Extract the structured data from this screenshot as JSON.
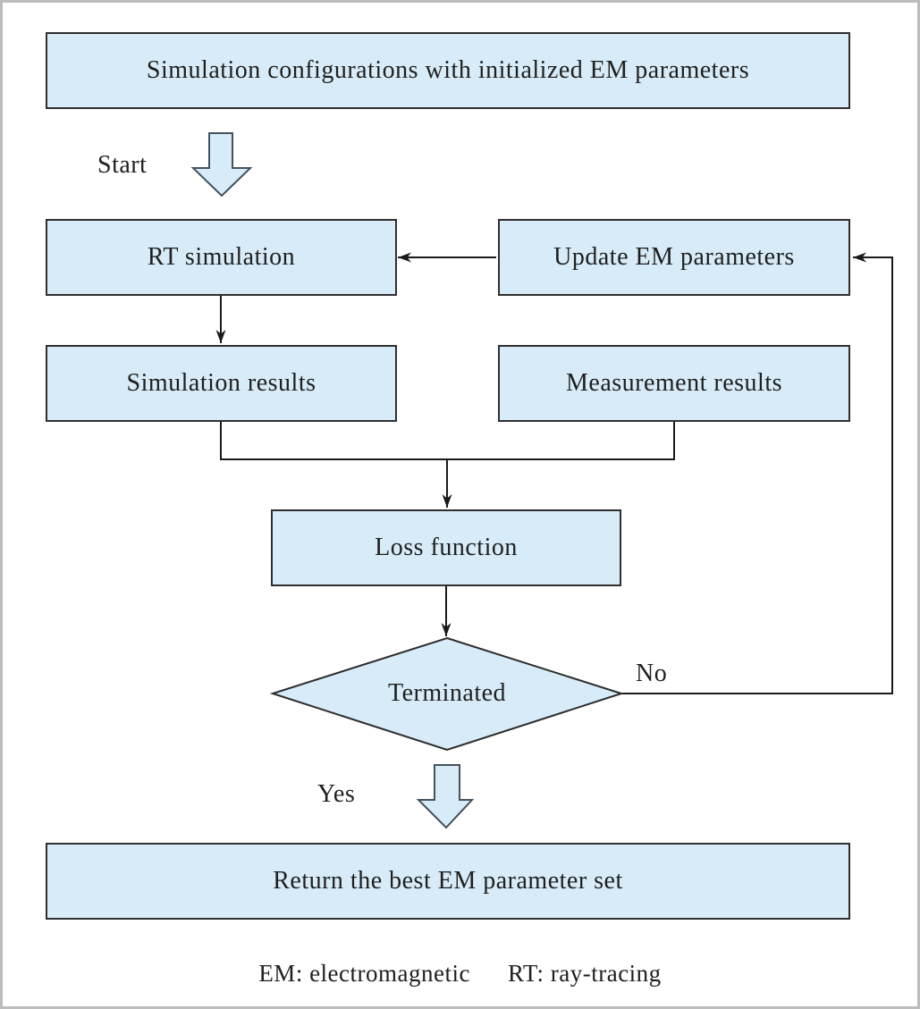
{
  "figure": {
    "type": "flowchart",
    "nodes": {
      "config": {
        "label": "Simulation configurations with initialized EM parameters"
      },
      "rt_simulation": {
        "label": "RT simulation"
      },
      "update_em": {
        "label": "Update EM parameters"
      },
      "simulation_results": {
        "label": "Simulation results"
      },
      "measurement_results": {
        "label": "Measurement results"
      },
      "loss_function": {
        "label": "Loss function"
      },
      "terminated": {
        "label": "Terminated"
      },
      "return_best": {
        "label": "Return the best EM parameter set"
      }
    },
    "edge_labels": {
      "start": "Start",
      "no": "No",
      "yes": "Yes"
    },
    "edges": [
      {
        "from": "config",
        "to": "rt_simulation",
        "label": "Start",
        "style": "block-arrow"
      },
      {
        "from": "update_em",
        "to": "rt_simulation",
        "label": "",
        "style": "line-arrow"
      },
      {
        "from": "rt_simulation",
        "to": "simulation_results",
        "label": "",
        "style": "line-arrow"
      },
      {
        "from": "simulation_results",
        "to": "loss_function",
        "label": "",
        "style": "line-arrow"
      },
      {
        "from": "measurement_results",
        "to": "loss_function",
        "label": "",
        "style": "line-arrow"
      },
      {
        "from": "loss_function",
        "to": "terminated",
        "label": "",
        "style": "line-arrow"
      },
      {
        "from": "terminated",
        "to": "update_em",
        "label": "No",
        "style": "line-arrow"
      },
      {
        "from": "terminated",
        "to": "return_best",
        "label": "Yes",
        "style": "block-arrow"
      }
    ],
    "legend": {
      "em": "EM: electromagnetic",
      "rt": "RT: ray-tracing"
    },
    "colors": {
      "node_fill": "#d7ecf8",
      "node_border": "#2f2f2f",
      "line": "#1a1a1a",
      "block_arrow_fill": "#d7ecf8",
      "block_arrow_border": "#45525c",
      "frame": "#bcbcbc",
      "text": "#1f1f1f"
    }
  }
}
